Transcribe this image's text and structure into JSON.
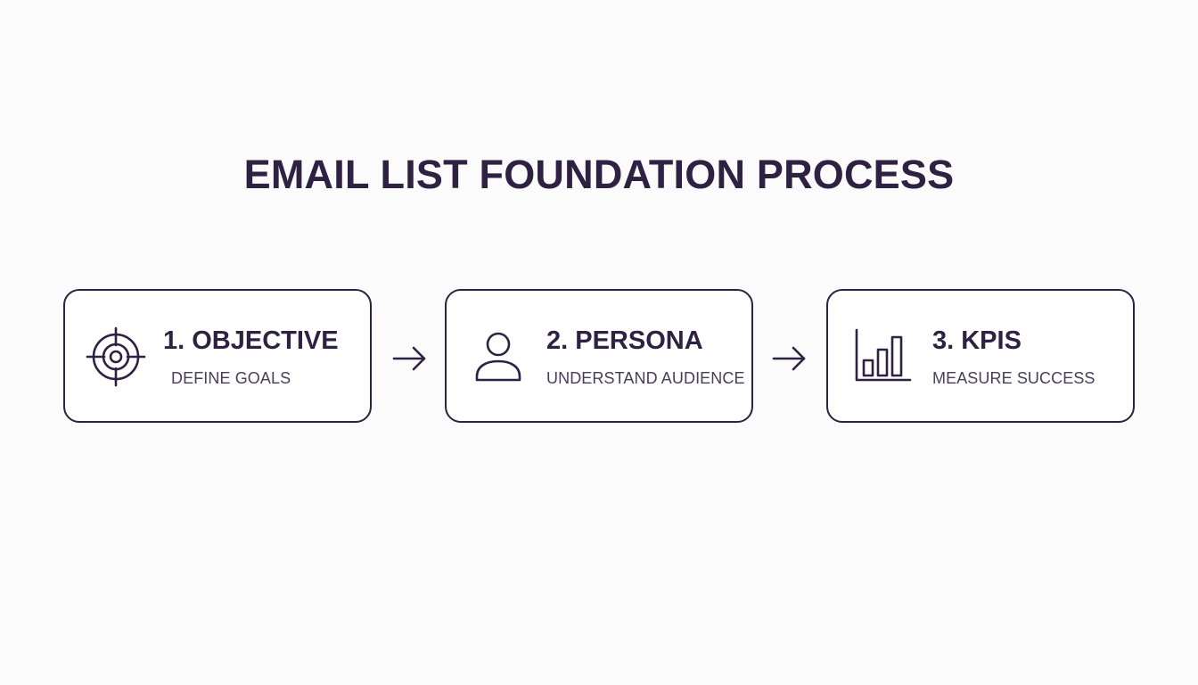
{
  "title": "EMAIL LIST FOUNDATION PROCESS",
  "colors": {
    "primary": "#2e2142",
    "background": "#fbfbfc",
    "card_background": "#ffffff"
  },
  "steps": [
    {
      "title": "1. OBJECTIVE",
      "subtitle": "DEFINE GOALS",
      "icon": "target-icon"
    },
    {
      "title": "2. PERSONA",
      "subtitle": "UNDERSTAND AUDIENCE",
      "icon": "user-icon"
    },
    {
      "title": "3. KPIS",
      "subtitle": "MEASURE SUCCESS",
      "icon": "bar-chart-icon"
    }
  ],
  "connectors": [
    "arrow-right-icon",
    "arrow-right-icon"
  ]
}
